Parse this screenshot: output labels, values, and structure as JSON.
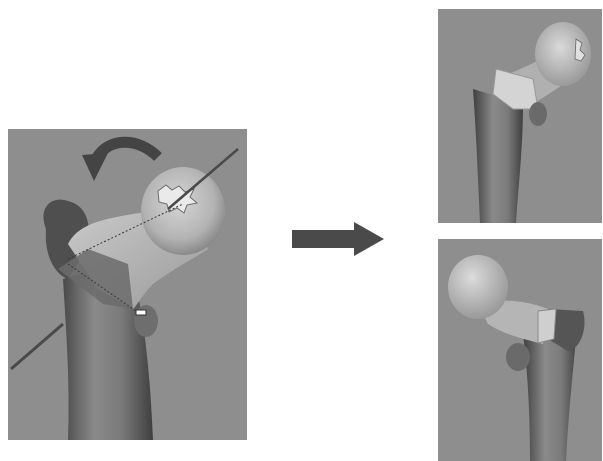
{
  "figure": {
    "panels": [
      {
        "name": "preoperative-femur-model",
        "annotations": [
          "rotation-arrow",
          "rotation-axis-line",
          "osteotomy-plane-line"
        ]
      },
      {
        "name": "postoperative-view-1"
      },
      {
        "name": "postoperative-view-2"
      }
    ],
    "icons": [
      "curved-rotation-arrow",
      "right-arrow"
    ],
    "colors": {
      "background": "#8e8e8e",
      "bone": "#bdbdbd",
      "bone_shadow": "#5d5d5d",
      "cut_surface": "#d9d9d9",
      "arrow": "#4a4a4a"
    }
  }
}
